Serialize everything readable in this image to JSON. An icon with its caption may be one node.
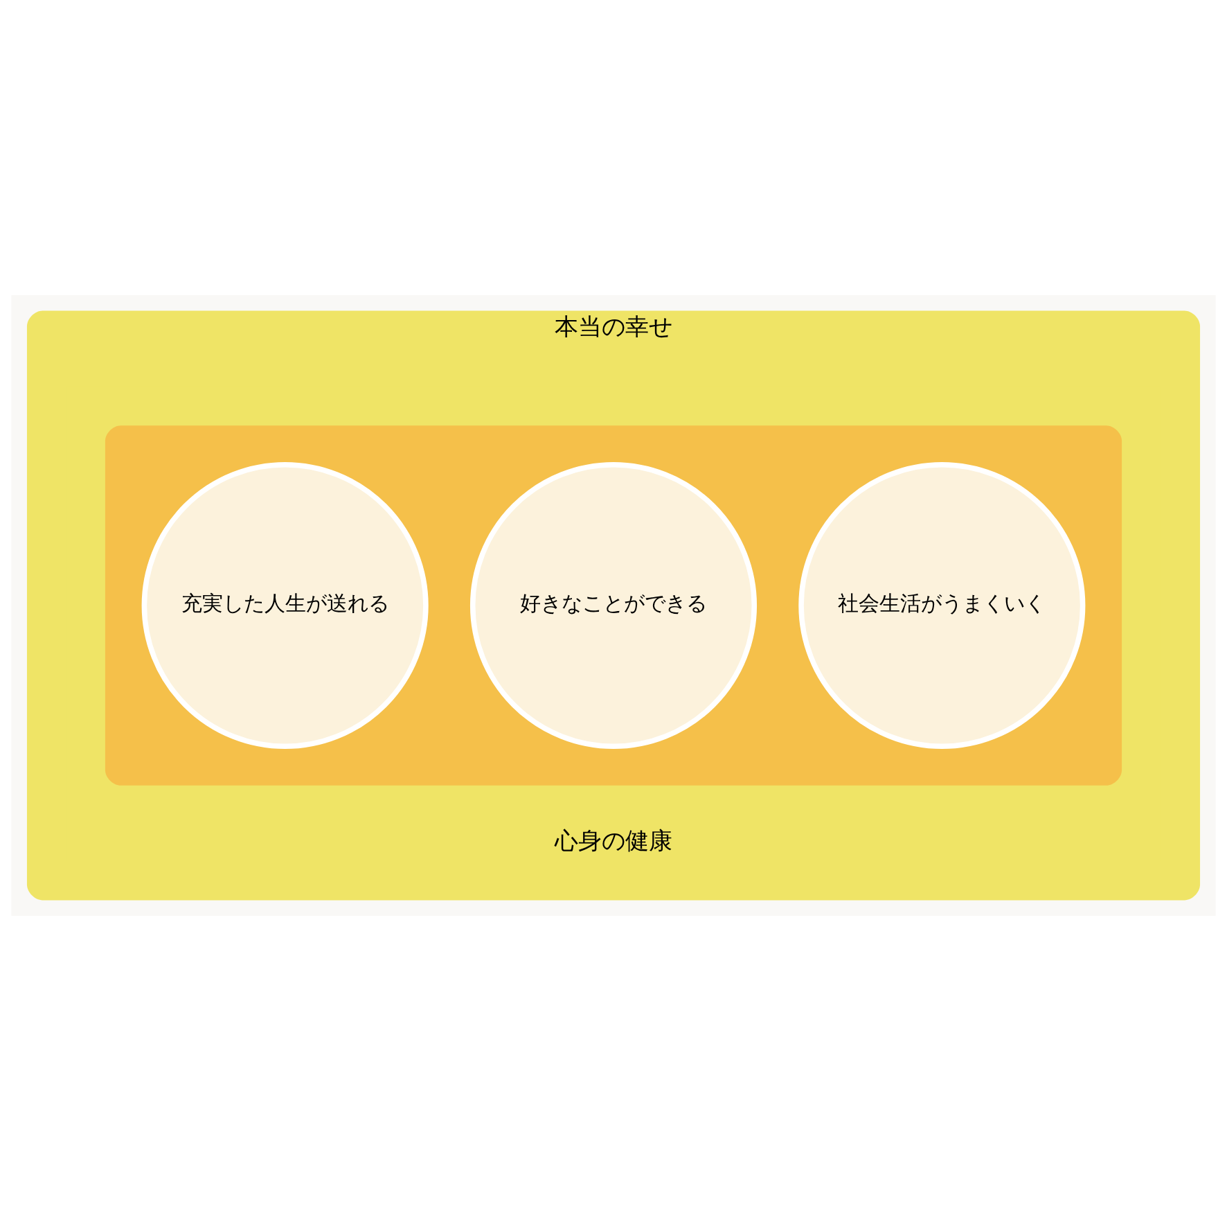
{
  "diagram": {
    "nodes": [
      {
        "text": [
          "本当の幸せ",
          "心身の健康"
        ]
      },
      {
        "text": [],
        "shape": "cloud",
        "in": 0
      },
      {
        "text": [
          "社会生活がうまくいく"
        ],
        "in": 1
      },
      {
        "text": [
          "好きなことができる"
        ],
        "in": 1
      },
      {
        "text": [
          "充実した人生が送れる"
        ],
        "in": 1
      }
    ],
    "edges": []
  }
}
